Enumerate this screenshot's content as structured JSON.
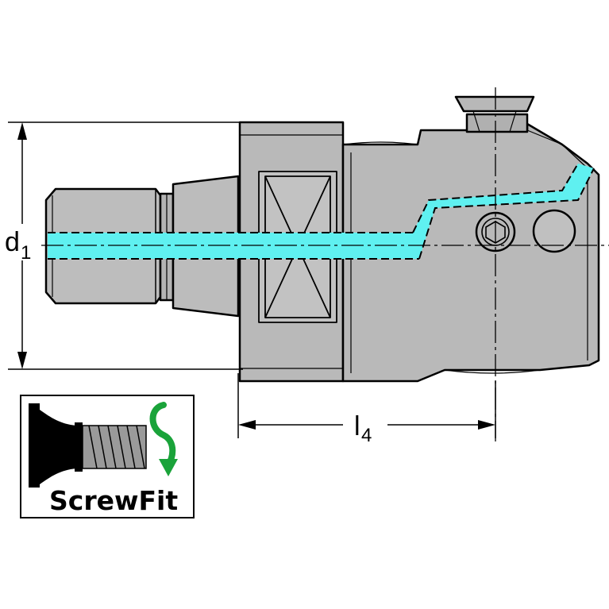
{
  "dimensions": {
    "diameter": {
      "symbol": "d",
      "subscript": "1"
    },
    "length": {
      "symbol": "l",
      "subscript": "4"
    }
  },
  "logo": {
    "text": "ScrewFit"
  },
  "colors": {
    "body": "#b9b9b9",
    "body_light": "#c4c4c4",
    "coolant": "#5ff0f0",
    "arrow_green": "#1aa33a",
    "outline": "#000000"
  }
}
